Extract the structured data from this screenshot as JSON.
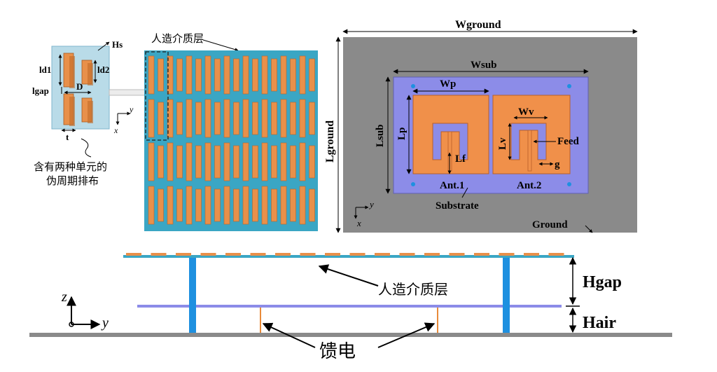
{
  "labels": {
    "meta_layer_top": "人造介质层",
    "meta_layer_side": "人造介质层",
    "unit_caption_line1": "含有两种单元的",
    "unit_caption_line2": "伪周期排布",
    "feed_caption": "馈电",
    "Hs": "Hs",
    "ld1": "ld1",
    "ld2": "ld2",
    "lgap": "lgap",
    "D": "D",
    "t": "t",
    "Wground": "Wground",
    "Lground": "Lground",
    "Wsub": "Wsub",
    "Lsub": "Lsub",
    "Wp": "Wp",
    "Lp": "Lp",
    "Wv": "Wv",
    "Lv": "Lv",
    "Lf": "Lf",
    "Feed": "Feed",
    "g": "g",
    "Ant1": "Ant.1",
    "Ant2": "Ant.2",
    "Substrate": "Substrate",
    "Ground": "Ground",
    "Hgap": "Hgap",
    "Hair": "Hair"
  },
  "axes": {
    "y": "y",
    "x": "x",
    "z": "z"
  },
  "colors": {
    "metasurface_blue": "#3aa6c4",
    "strip_orange": "#e8904a",
    "ground_gray": "#8a8a8a",
    "substrate_purple": "#8c8ce8",
    "patch_orange": "#f0904a",
    "pillar_blue": "#1e90e0",
    "unit_bg": "#b9dbe8"
  }
}
